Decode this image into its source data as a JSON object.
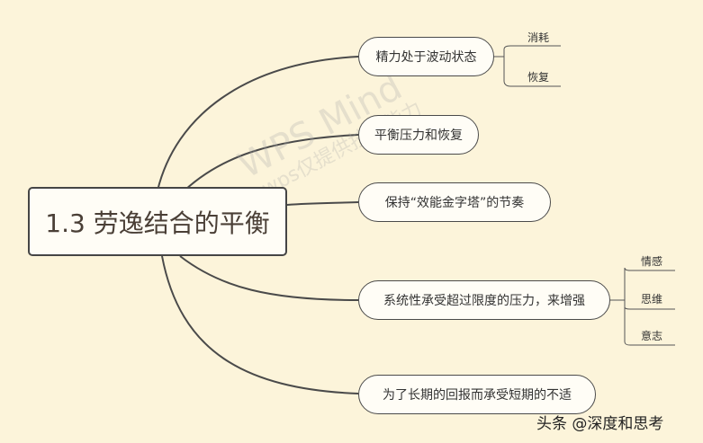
{
  "root": {
    "label": "1.3 劳逸结合的平衡"
  },
  "branches": [
    {
      "label": "精力处于波动状态",
      "children": [
        "消耗",
        "恢复"
      ]
    },
    {
      "label": "平衡压力和恢复",
      "children": []
    },
    {
      "label": "保持“效能金字塔”的节奏",
      "children": []
    },
    {
      "label": "系统性承受超过限度的压力，来增强",
      "children": [
        "情感",
        "思维",
        "意志"
      ]
    },
    {
      "label": "为了长期的回报而承受短期的不适",
      "children": []
    }
  ],
  "watermark": {
    "line1": "WPS Mind",
    "line2": "wps仅提供技术能力"
  },
  "credit": "头条 @深度和思考",
  "colors": {
    "background": "#fcf4da",
    "line": "#4a4a4a",
    "node_fill": "#fffdf6"
  }
}
